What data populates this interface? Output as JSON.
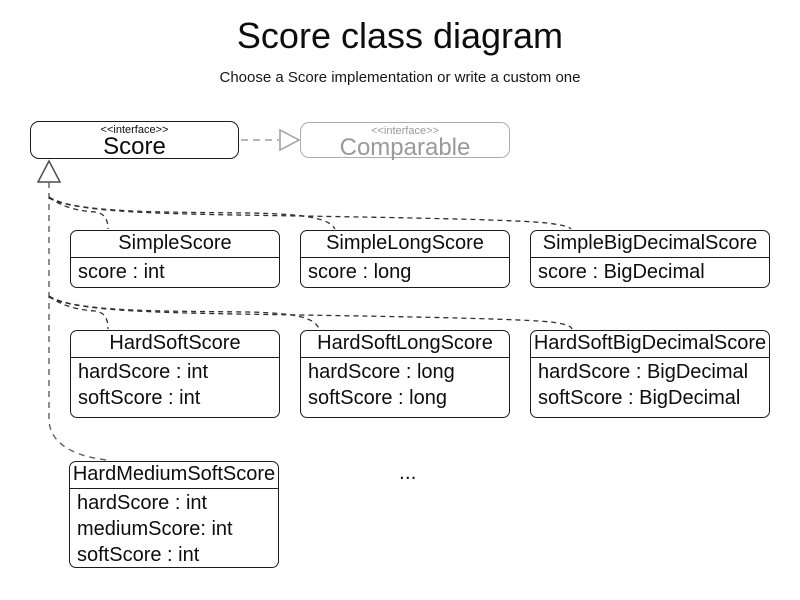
{
  "title": "Score class diagram",
  "subtitle": "Choose a Score implementation or write a custom one",
  "score_interface": {
    "stereotype": "<<interface>>",
    "name": "Score"
  },
  "comparable_interface": {
    "stereotype": "<<interface>>",
    "name": "Comparable"
  },
  "classes": [
    {
      "name": "SimpleScore",
      "attributes": [
        "score : int"
      ]
    },
    {
      "name": "SimpleLongScore",
      "attributes": [
        "score : long"
      ]
    },
    {
      "name": "SimpleBigDecimalScore",
      "attributes": [
        "score : BigDecimal"
      ]
    },
    {
      "name": "HardSoftScore",
      "attributes": [
        "hardScore : int",
        "softScore : int"
      ]
    },
    {
      "name": "HardSoftLongScore",
      "attributes": [
        "hardScore : long",
        "softScore : long"
      ]
    },
    {
      "name": "HardSoftBigDecimalScore",
      "attributes": [
        "hardScore : BigDecimal",
        "softScore : BigDecimal"
      ]
    },
    {
      "name": "HardMediumSoftScore",
      "attributes": [
        "hardScore : int",
        "mediumScore: int",
        "softScore : int"
      ]
    }
  ],
  "ellipsis": "...",
  "colors": {
    "box_border": "#1c1c1c",
    "muted_gray": "#9a9a9a",
    "connector_dark": "#303030",
    "trunk_gray": "#5f5f5f"
  }
}
